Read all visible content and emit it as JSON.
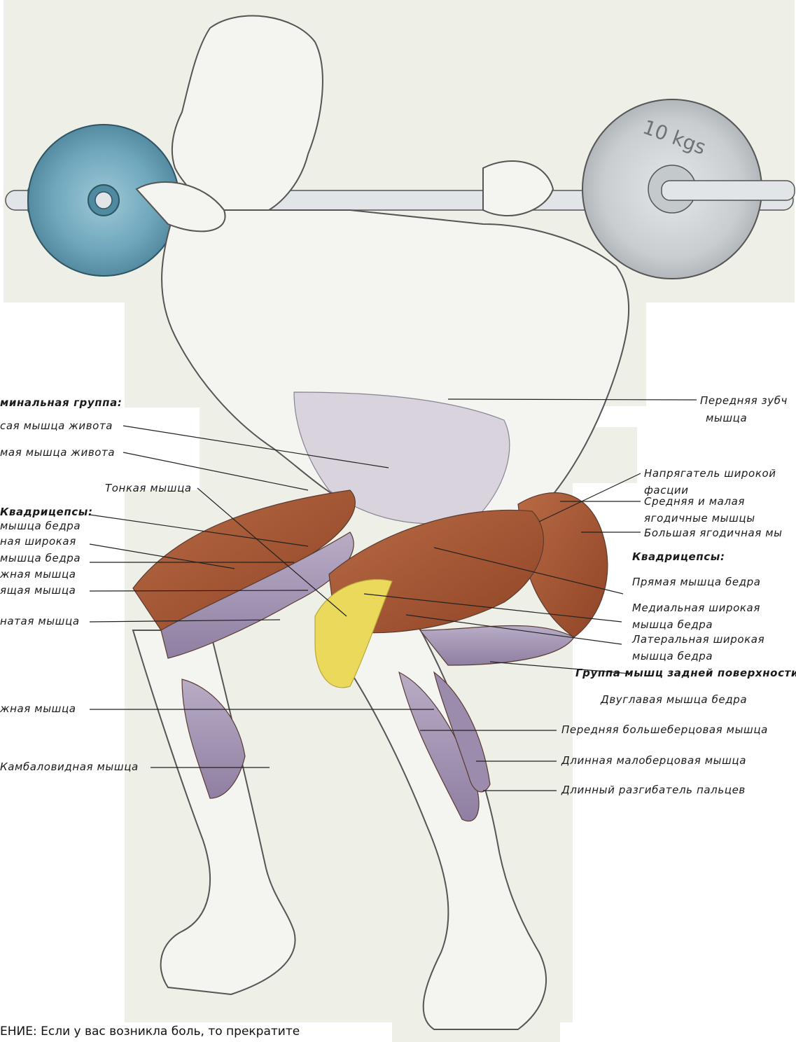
{
  "plate_text": "10 kgs",
  "left_labels": {
    "abdominal_header": "минальная   группа:",
    "oblique": "сая  мышца  живота",
    "rectus_abdominis": "мая  мышца  живота",
    "gracilis": "Тонкая мышца",
    "quads_header": "Квадрицепсы:",
    "rectus_femoris": "мышца  бедра",
    "vastus_medialis_1": "ная    широкая",
    "vastus_medialis_2": "мышца  бедра",
    "sartorius": "жная   мышца",
    "adductor": "ящая    мышца",
    "semitendinosus": "натая    мышца",
    "gastrocnemius": "жная    мышца",
    "soleus": "Камбаловидная    мышца"
  },
  "right_labels": {
    "serratus_1": "Передняя   зубч",
    "serratus_2": "мышца",
    "tfl_1": "Напрягатель  широкой",
    "tfl_2": "фасции",
    "glute_med_1": "Средняя  и  малая",
    "glute_med_2": "ягодичные   мышцы",
    "glute_max": "Большая  ягодичная   мы",
    "quads_header": "Квадрицепсы:",
    "rectus_femoris": "Прямая  мышца  бедра",
    "vastus_medialis_1": "Медиальная    широкая",
    "vastus_medialis_2": "мышца  бедра",
    "vastus_lateralis_1": "Латеральная   широкая",
    "vastus_lateralis_2": "мышца  бедра",
    "hamstrings_header": "Группа  мышц  задней  поверхности",
    "biceps_femoris": "Двуглавая  мышца  бедра",
    "tibialis_anterior": "Передняя    большеберцовая   мышца",
    "peroneus_longus": "Длинная   малоберцовая   мышца",
    "extensor_digitorum": "Длинный   разгибатель   пальцев"
  },
  "footer_note": "ЕНИЕ: Если у вас возникла боль, то прекратите",
  "colors": {
    "background": "#ffffff",
    "panel": "#eef0e8",
    "muscle_red": "#a8532f",
    "muscle_purple": "#a89ab8",
    "plate_left": "#6fa7bd",
    "plate_right": "#c9cdd0",
    "highlight_yellow": "#ead95a",
    "line": "#222222"
  }
}
